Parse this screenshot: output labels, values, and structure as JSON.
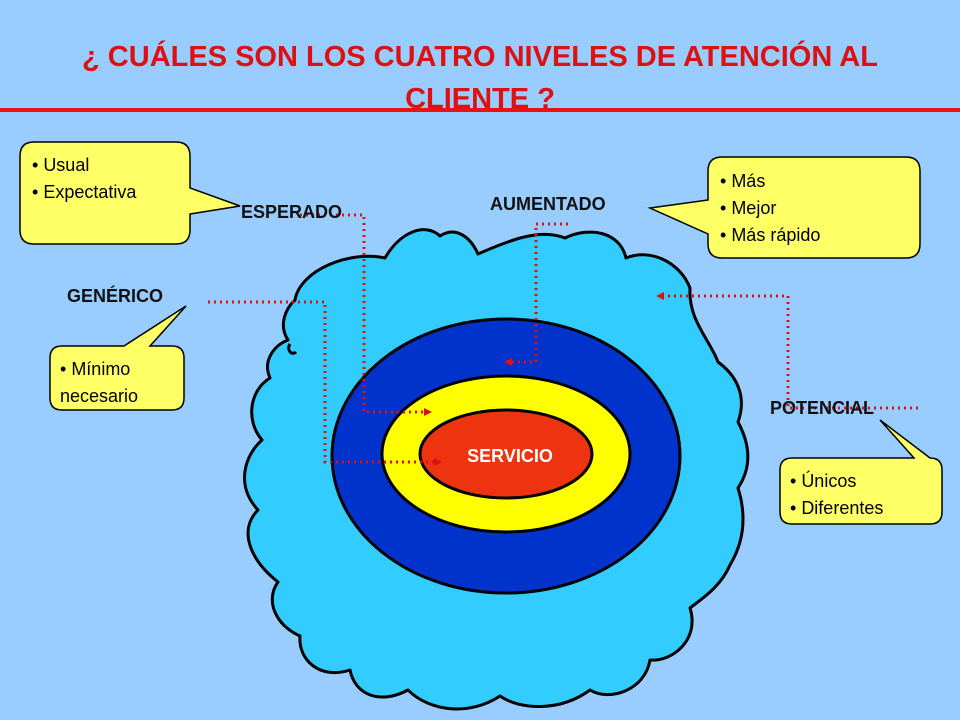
{
  "title": {
    "mark": "¿",
    "text": " CUÁLES SON LOS CUATRO NIVELES DE ATENCIÓN AL CLIENTE ?"
  },
  "levels": {
    "center": "SERVICIO",
    "esperado": "ESPERADO",
    "aumentado": "AUMENTADO",
    "generico": "GENÉRICO",
    "potencial": "POTENCIAL"
  },
  "callouts": {
    "esperado": [
      "Usual",
      "Expectativa"
    ],
    "aumentado": [
      "Más",
      "Mejor",
      "Más rápido"
    ],
    "generico": [
      "Mínimo necesario"
    ],
    "potencial": [
      "Únicos",
      "Diferentes"
    ]
  },
  "colors": {
    "background": "#99ccff",
    "title": "#dd1111",
    "outer_blob": "#33ccff",
    "ring_blue": "#0033cc",
    "ring_yellow": "#ffff00",
    "core_red": "#ee3311",
    "callout_fill": "#ffff66",
    "connector": "#dd1111"
  }
}
